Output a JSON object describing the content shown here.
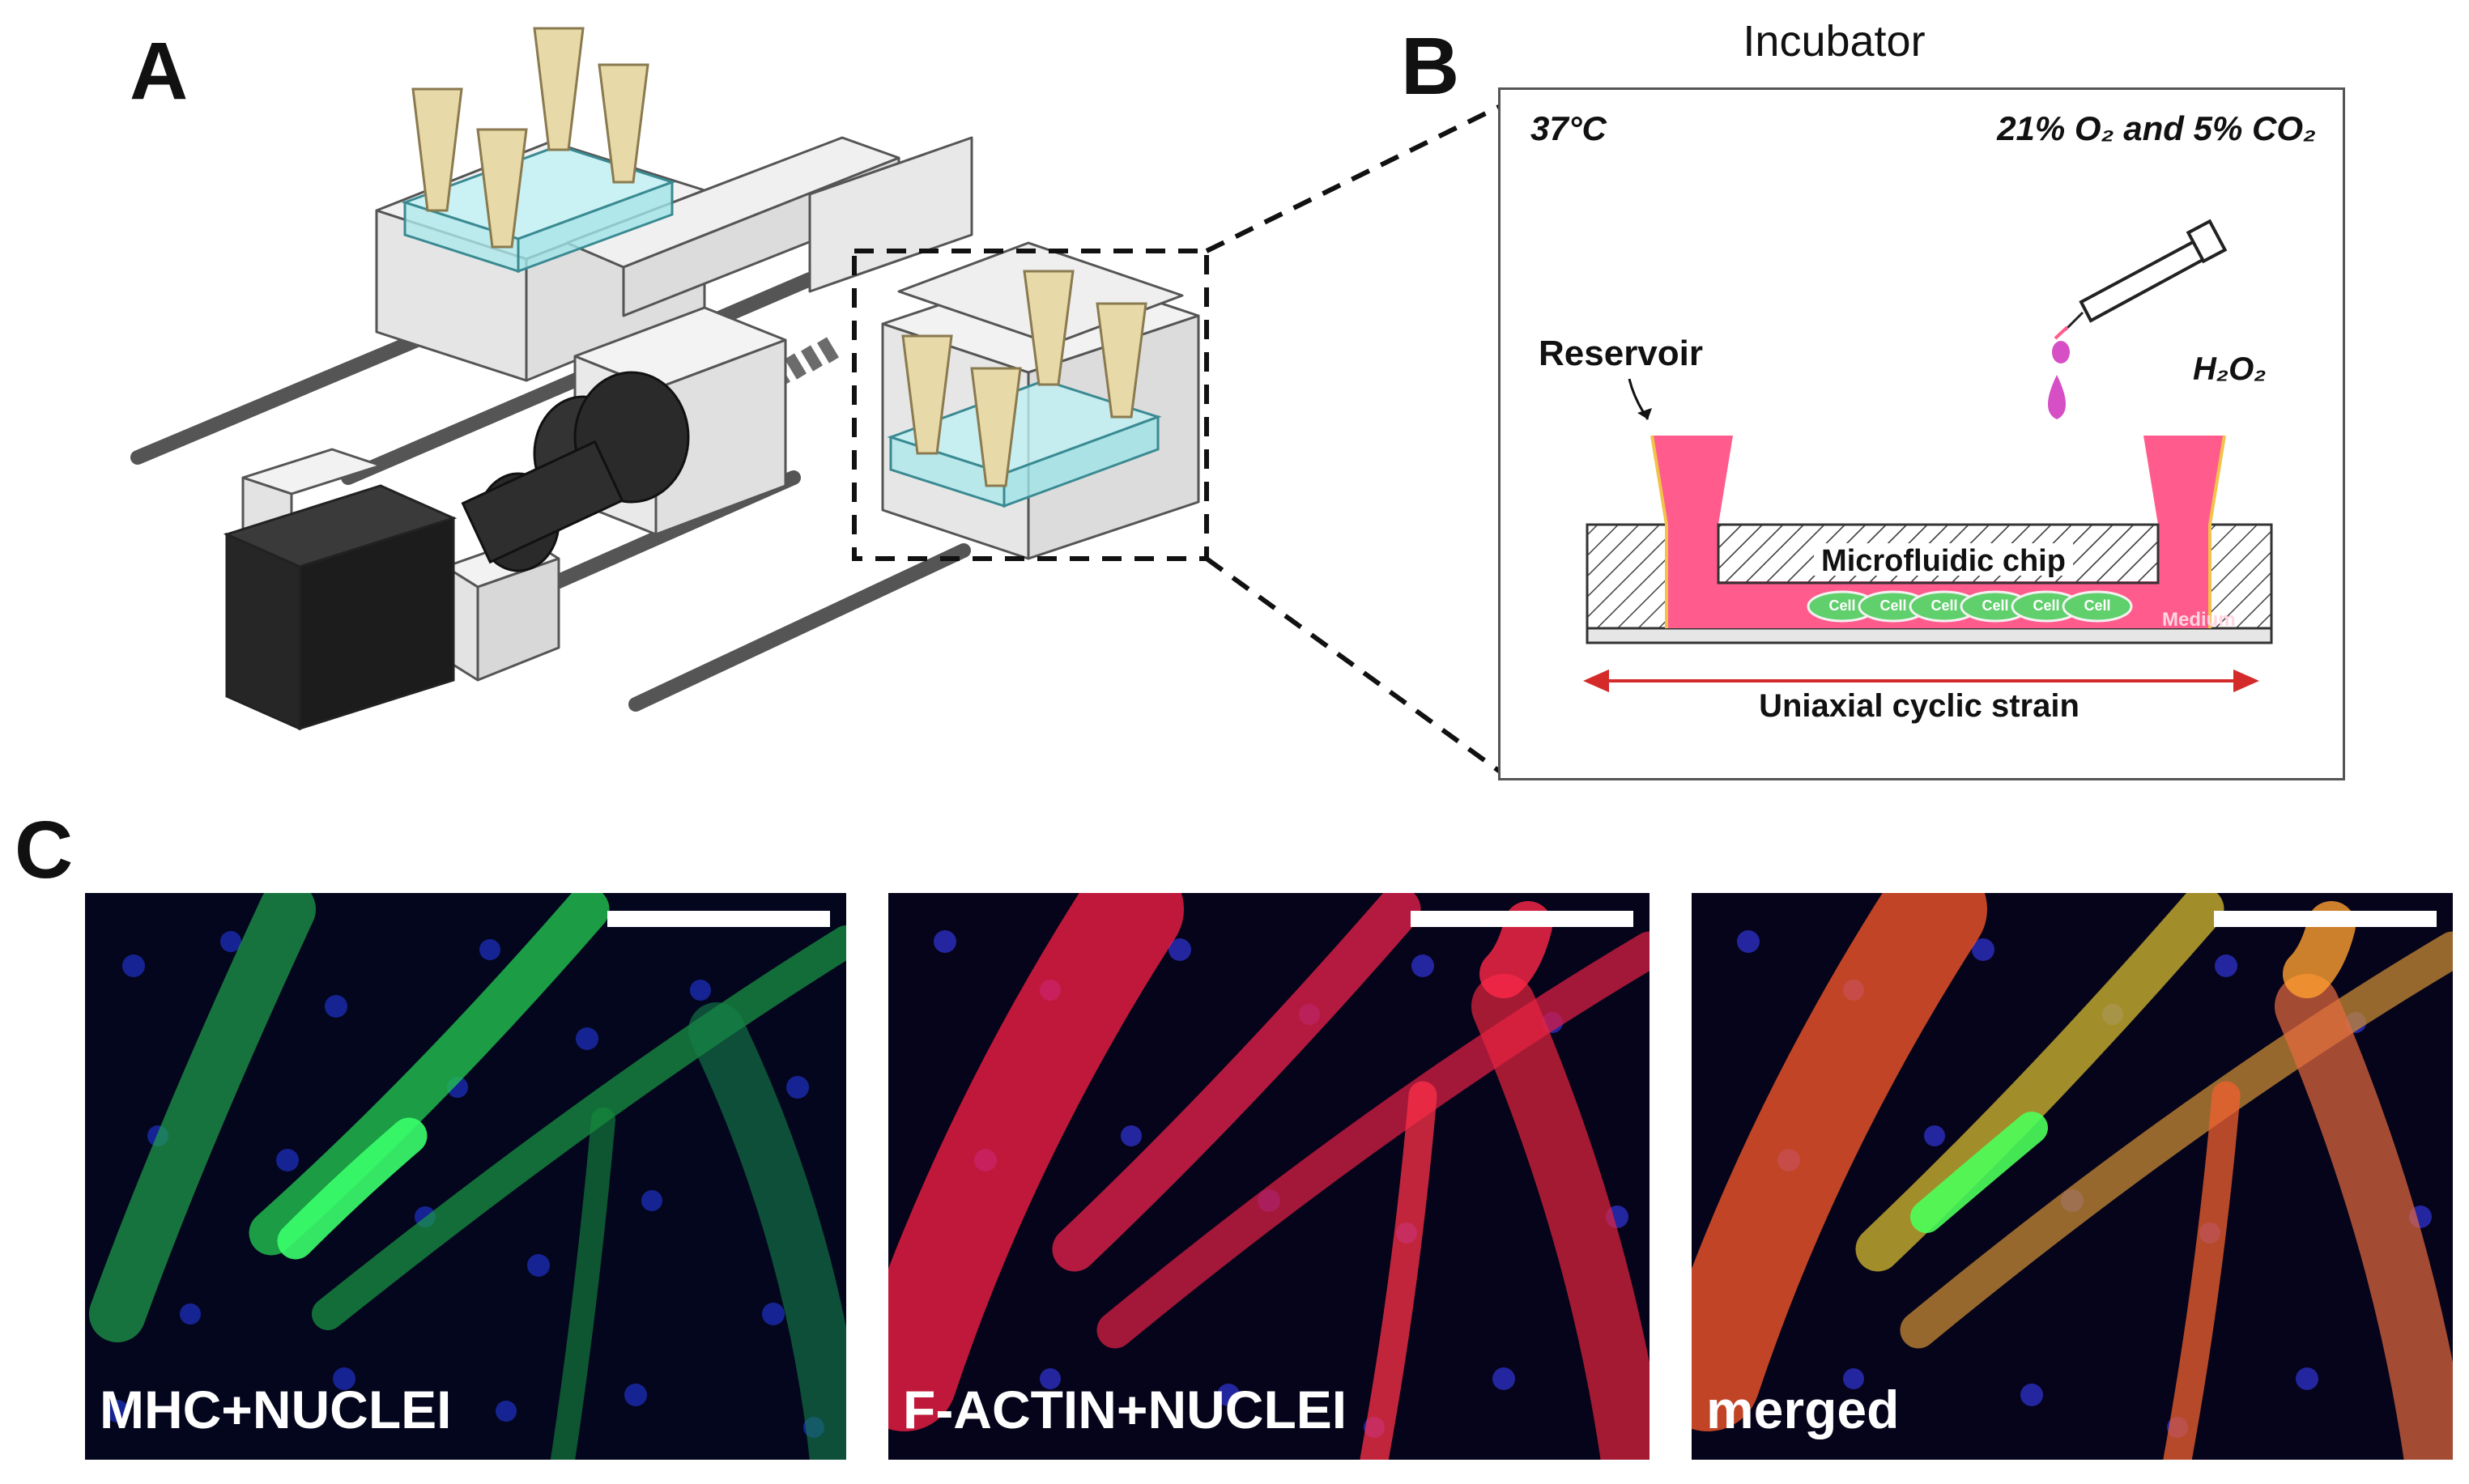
{
  "panels": {
    "a": {
      "letter": "A"
    },
    "b": {
      "letter": "B",
      "title": "Incubator",
      "temp": "37°C",
      "atmosphere": "21% O₂ and 5% CO₂",
      "reservoir_label": "Reservoir",
      "h2o2_label": "H₂O₂",
      "chip_label": "Microfluidic chip",
      "cell_label": "Cell",
      "cell_count": 6,
      "medium_label": "Medium",
      "strain_label": "Uniaxial cyclic strain"
    },
    "c": {
      "letter": "C",
      "images": [
        {
          "label": "MHC+NUCLEI"
        },
        {
          "label": "F-ACTIN+NUCLEI"
        },
        {
          "label": "merged"
        }
      ]
    }
  },
  "colors": {
    "medium_pink": "#ff5c8d",
    "cell_green": "#3fbf4f",
    "glass_cyan": "#9fe3e8",
    "tip_beige": "#e8d9a8",
    "motor_black": "#262626",
    "strain_arrow": "#d42a2a",
    "mhc_green": "#2ee05a",
    "actin_red": "#ff2b4a",
    "nuclei_blue": "#2b3fe0"
  }
}
